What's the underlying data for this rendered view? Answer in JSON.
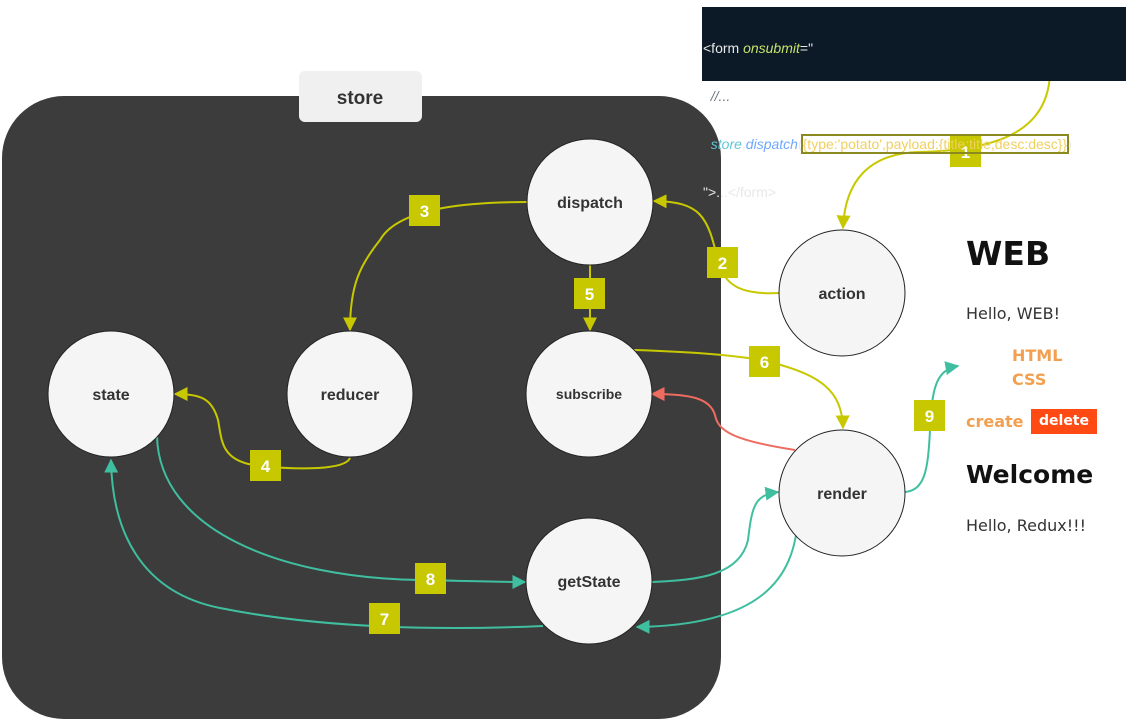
{
  "diagram": {
    "store_label": "store",
    "nodes": {
      "dispatch": "dispatch",
      "reducer": "reducer",
      "state": "state",
      "subscribe": "subscribe",
      "getstate": "getState",
      "action": "action",
      "render": "render"
    },
    "steps": [
      "1",
      "2",
      "3",
      "4",
      "5",
      "6",
      "7",
      "8",
      "9"
    ],
    "colors": {
      "store_bg": "#3c3c3c",
      "node_fill": "#f5f5f5",
      "step_box": "#c8c800",
      "dispatch_flow": "#c8c800",
      "state_flow": "#3fbf9f",
      "subscribe_flow": "#ee6b60"
    }
  },
  "code": {
    "line1_tag": "<form ",
    "line1_attr": "onsubmit",
    "line1_eq": "=\"",
    "line2": "  //...",
    "line3_obj": "  store",
    "line3_dot": ".",
    "line3_fn": "dispatch",
    "line3_open": "(",
    "line3_arg": "{type:'potato',payload:{title:title,desc:desc}}",
    "line3_close": ")",
    "line4": "\">...</form>"
  },
  "web": {
    "title": "WEB",
    "body": "Hello, WEB!",
    "list": [
      "HTML",
      "CSS"
    ],
    "create": "create",
    "delete": "delete",
    "welcome_title": "Welcome",
    "welcome_body": "Hello, Redux!!!"
  }
}
